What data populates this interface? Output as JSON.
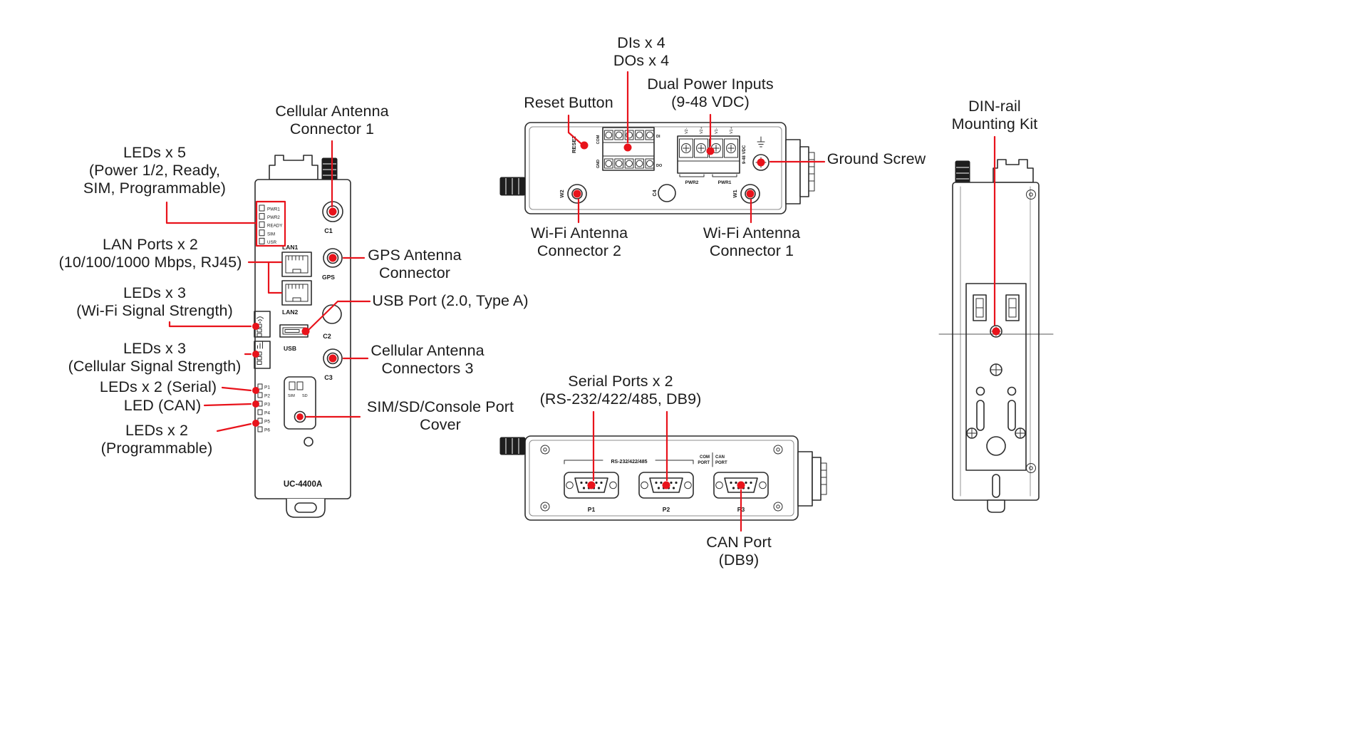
{
  "page": {
    "background": "#ffffff"
  },
  "colors": {
    "accent": "#e8131b",
    "ink": "#1c1c1c"
  },
  "callouts": {
    "cellular_antenna_1": "Cellular Antenna\nConnector 1",
    "leds_power": "LEDs x 5\n(Power 1/2, Ready,\nSIM, Programmable)",
    "lan_ports": "LAN Ports x 2\n(10/100/1000 Mbps, RJ45)",
    "leds_wifi": "LEDs x 3\n(Wi-Fi Signal Strength)",
    "leds_cellular": "LEDs x 3\n(Cellular Signal Strength)",
    "leds_serial": "LEDs x 2 (Serial)",
    "led_can": "LED (CAN)",
    "leds_programmable": "LEDs x 2\n(Programmable)",
    "gps_antenna": "GPS Antenna\nConnector",
    "usb_port": "USB Port (2.0, Type A)",
    "cellular_antenna_3": "Cellular Antenna\nConnectors 3",
    "sim_sd_cover": "SIM/SD/Console Port\nCover",
    "dis_dos": "DIs x 4\nDOs x 4",
    "reset_button": "Reset Button",
    "dual_power": "Dual Power Inputs\n(9-48 VDC)",
    "ground_screw": "Ground Screw",
    "wifi_antenna_2": "Wi-Fi Antenna\nConnector 2",
    "wifi_antenna_1": "Wi-Fi Antenna\nConnector 1",
    "din_rail": "DIN-rail\nMounting Kit",
    "serial_ports": "Serial Ports x 2\n(RS-232/422/485, DB9)",
    "can_port": "CAN Port\n(DB9)"
  },
  "front_view": {
    "model": "UC-4400A",
    "leds": {
      "pwr1": "PWR1",
      "pwr2": "PWR2",
      "ready": "READY",
      "sim": "SIM",
      "usr": "USR"
    },
    "ports": {
      "c1": "C1",
      "lan1": "LAN1",
      "gps": "GPS",
      "lan2": "LAN2",
      "c2": "C2",
      "usb": "USB",
      "c3": "C3",
      "sim": "SIM",
      "sd": "SD"
    },
    "p_leds": [
      "P1",
      "P2",
      "P3",
      "P4",
      "P5",
      "P6"
    ]
  },
  "top_view": {
    "reset": "RESET",
    "di": "DI",
    "do": "DO",
    "com": "COM",
    "gnd": "GND",
    "c4": "C4",
    "terminals": [
      "V2-",
      "V2+",
      "V1-",
      "V1+"
    ],
    "pwr2": "PWR2",
    "pwr1": "PWR1",
    "vdc": "9-48 VDC",
    "w2": "W2",
    "w1": "W1"
  },
  "bottom_view": {
    "serial_standard": "RS-232/422/485",
    "com": "COM",
    "can": "CAN",
    "port": "PORT",
    "p1": "P1",
    "p2": "P2",
    "p3": "P3"
  }
}
